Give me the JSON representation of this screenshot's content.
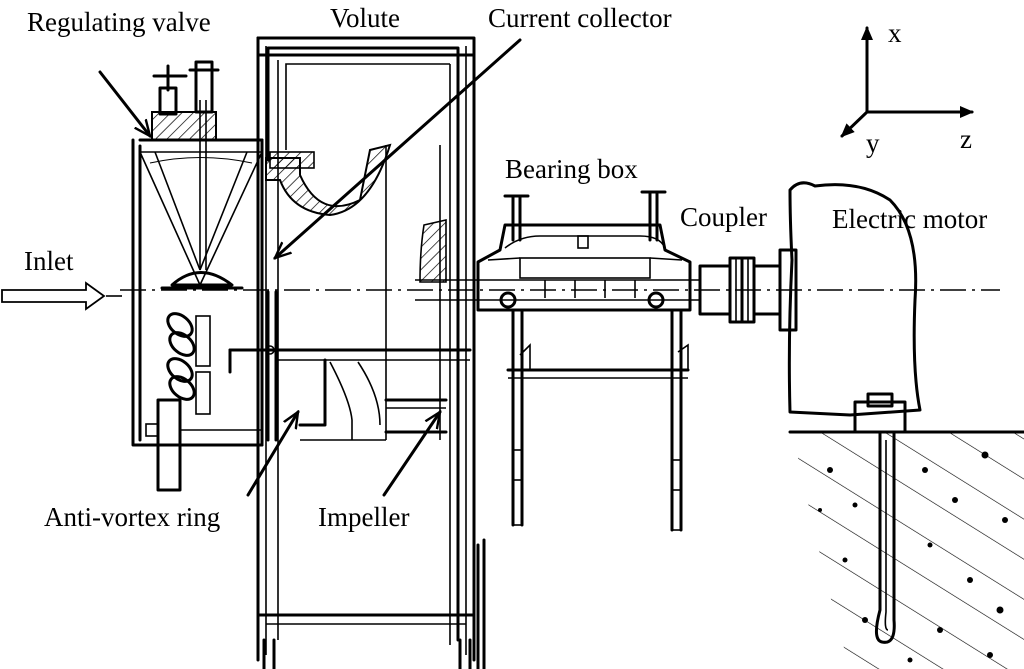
{
  "labels": {
    "regulating_valve": "Regulating valve",
    "volute": "Volute",
    "current_collector": "Current collector",
    "bearing_box": "Bearing box",
    "coupler": "Coupler",
    "electric_motor": "Electric motor",
    "inlet": "Inlet",
    "anti_vortex_ring": "Anti-vortex ring",
    "impeller": "Impeller"
  },
  "axes": {
    "x": "x",
    "y": "y",
    "z": "z"
  }
}
